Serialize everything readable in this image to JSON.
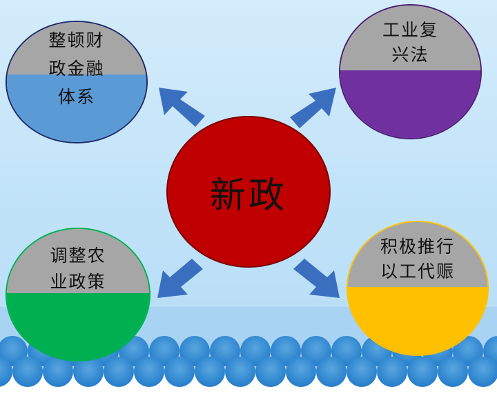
{
  "center": {
    "label": "新政"
  },
  "nodes": [
    {
      "id": "finance",
      "lines": [
        "整顿财",
        "政金融",
        "体系"
      ],
      "color": "#5b9bd5",
      "border": "#1f2a6b"
    },
    {
      "id": "industry",
      "lines": [
        "工业复",
        "兴法"
      ],
      "color": "#7030a0",
      "border": "#4b1f72"
    },
    {
      "id": "agriculture",
      "lines": [
        "调整农",
        "业政策"
      ],
      "color": "#00b050",
      "border": "#00b050"
    },
    {
      "id": "relief",
      "lines": [
        "积极推行",
        "以工代赈"
      ],
      "color": "#ffc000",
      "border": "#ffc000"
    }
  ],
  "colors": {
    "center": "#c00000",
    "arrow": "#3a6fc0",
    "top_half": "#a6a6a6"
  }
}
